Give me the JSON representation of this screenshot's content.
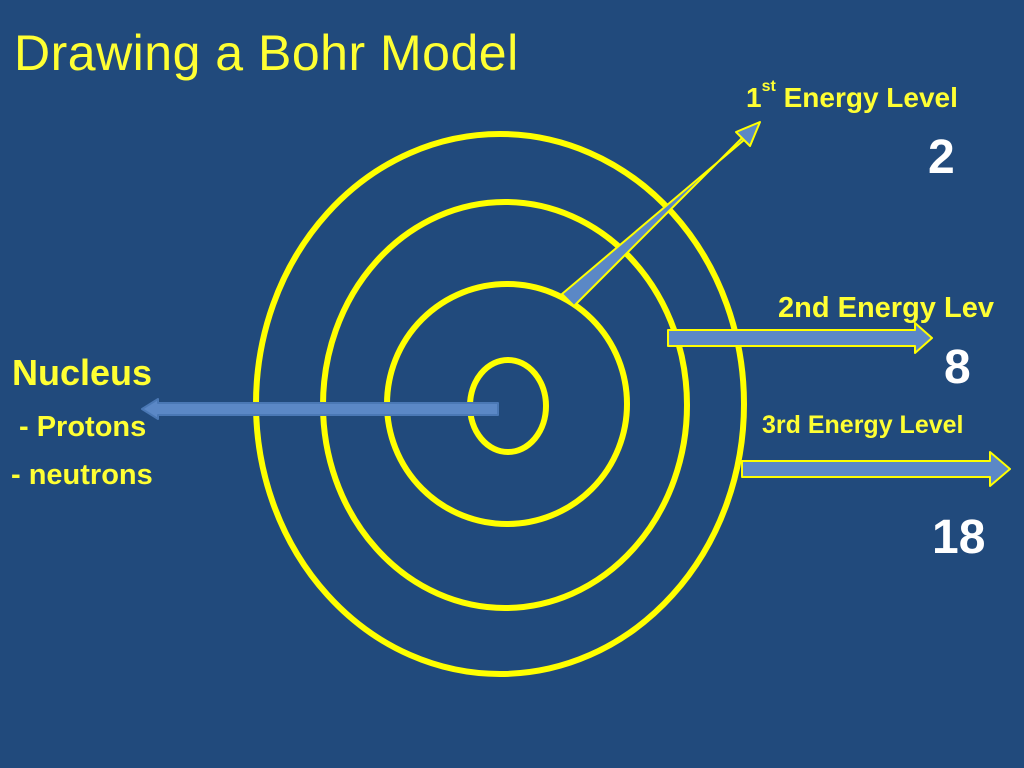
{
  "title": "Drawing a Bohr Model",
  "nucleus": {
    "label": "Nucleus",
    "items": [
      "- Protons",
      "- neutrons"
    ]
  },
  "levels": [
    {
      "number": "1",
      "suffix": "st",
      "label": " Energy Level",
      "capacity": "2"
    },
    {
      "label": "2nd Energy Lev",
      "capacity": "8"
    },
    {
      "label": "3rd Energy Level",
      "capacity": "18"
    }
  ],
  "colors": {
    "background": "#214a7c",
    "ring": "#ffff00",
    "text_yellow": "#ffff33",
    "arrow_fill": "#5b88c6",
    "arrow_stroke": "#ffff00"
  }
}
